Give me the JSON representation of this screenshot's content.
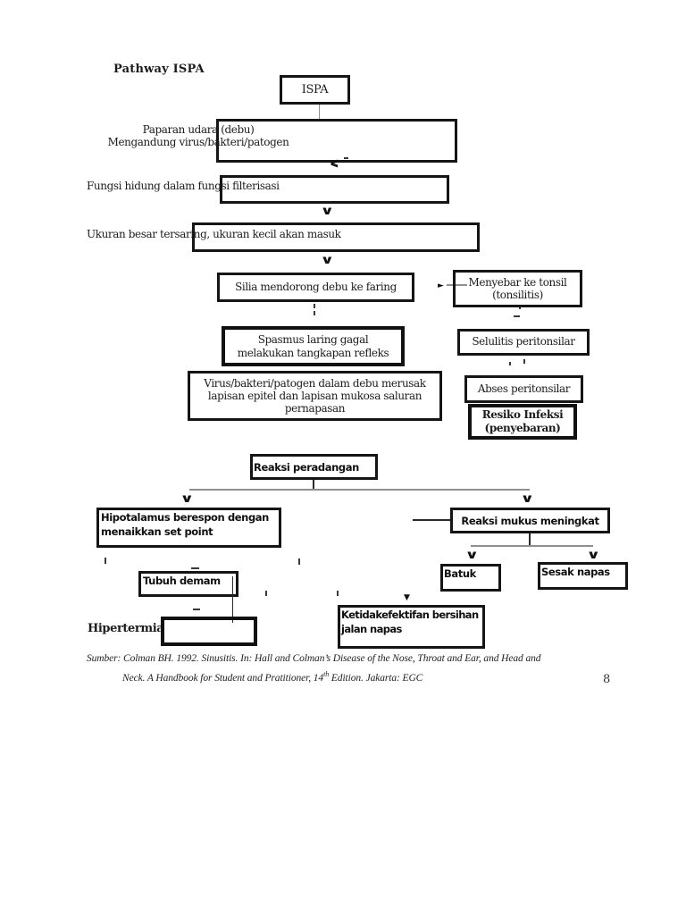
{
  "page": {
    "title": "Pathway ISPA",
    "number": "8"
  },
  "flowchart": {
    "ispa": "ISPA",
    "paparan": "Paparan udara (debu)\nMengandung virus/bakteri/patogen",
    "fungsi": "Fungsi hidung dalam fungsi filterisasi",
    "ukuran": "Ukuran besar tersaring, ukuran kecil akan masuk",
    "silia": "Silia mendorong debu ke faring",
    "menyebar": "Menyebar ke tonsil\n(tonsilitis)",
    "spasmus": "Spasmus laring gagal\nmelakukan tangkapan refleks",
    "selulitis": "Selulitis peritonsilar",
    "virus": "Virus/bakteri/patogen dalam debu merusak\nlapisan epitel dan lapisan mukosa saluran\npernapasan",
    "abses": "Abses peritonsilar",
    "resiko": "Resiko Infeksi\n(penyebaran)",
    "reaksi_peradangan": "Reaksi peradangan",
    "hipotalamus": "Hipotalamus berespon dengan\nmenaikkan set point",
    "reaksi_mukus": "Reaksi mukus meningkat",
    "batuk": "Batuk",
    "sesak_napas": "Sesak napas",
    "tubuh_demam": "Tubuh demam",
    "hipertermia": "Hipertermia",
    "ketidakefektifan": "Ketidakefektifan bersihan\njalan napas"
  },
  "icons": {
    "arrow_down": "∨",
    "arrow_left": "∨",
    "arrow_right_solid": "►",
    "arrow_down_solid": "▼"
  },
  "footer": {
    "citation_line1": "Sumber: Colman BH. 1992. Sinusitis. In: Hall and Colman’s Disease of the Nose, Throat and Ear, and Head and",
    "citation_line2_pre": "Neck. A Handbook for Student and Pratitioner, 14",
    "citation_sup": "th",
    "citation_line2_post": " Edition. Jakarta: EGC"
  },
  "colors": {
    "ink": "#1a1a1a",
    "connector_gray": "#8f8f8f"
  }
}
